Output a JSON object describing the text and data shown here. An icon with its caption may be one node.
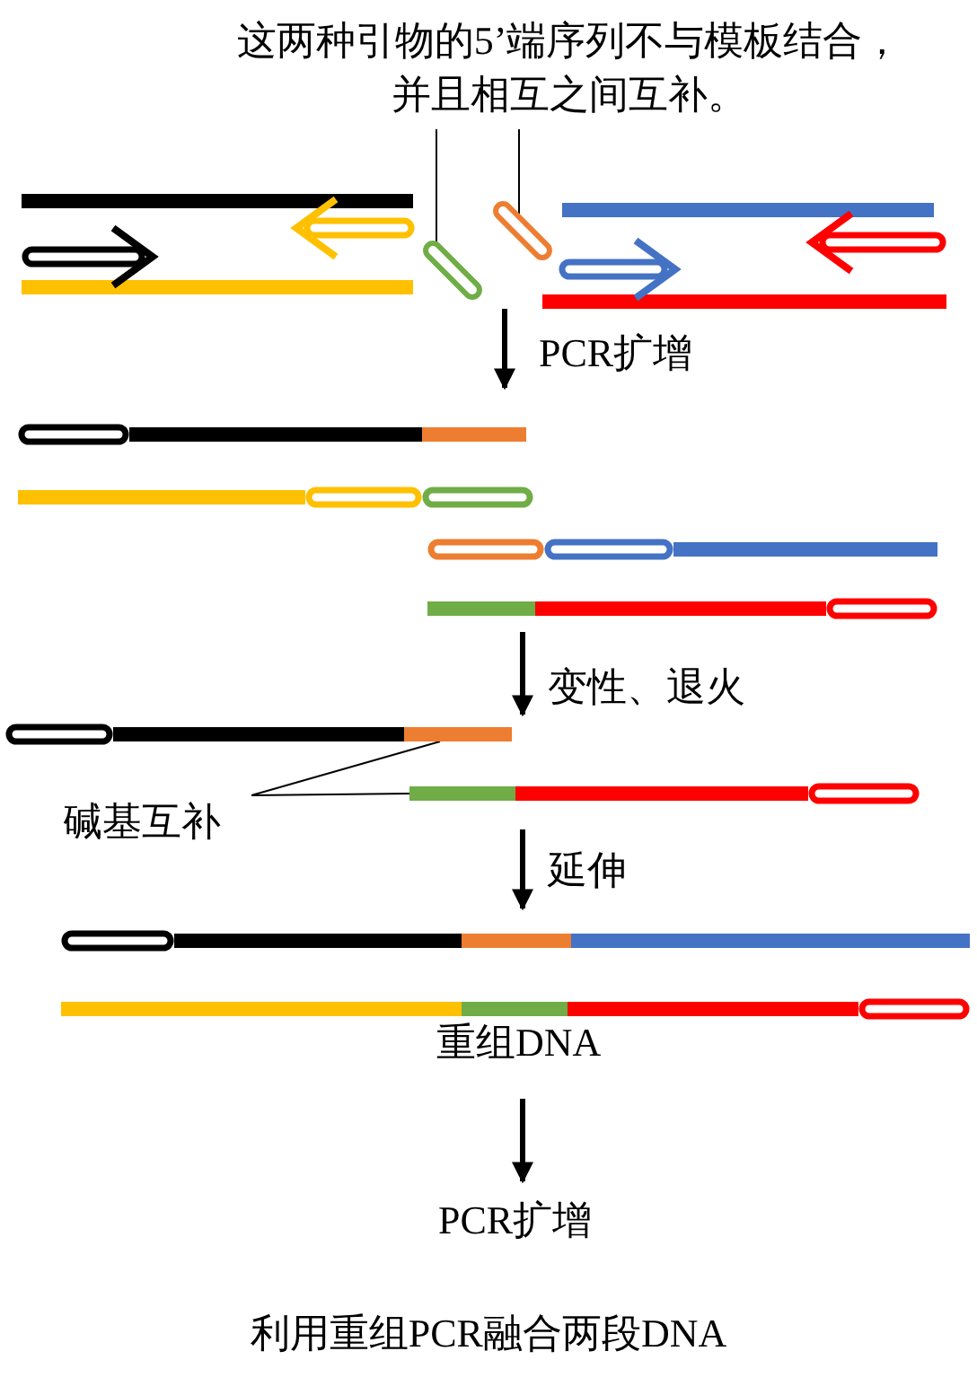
{
  "diagram": {
    "caption": "利用重组PCR融合两段DNA",
    "nodes": [
      {
        "text": [
          "这两种引物的5’端序列不与模板结合，并且相互之间互补。"
        ]
      },
      {
        "text": [],
        "shape": "bar"
      },
      {
        "text": [],
        "shape": "bar"
      },
      {
        "text": [
          "碱基互补"
        ]
      },
      {
        "text": [],
        "shape": "bar"
      },
      {
        "text": [],
        "shape": "bar"
      }
    ],
    "edges": [
      {
        "from": 0,
        "to": 1,
        "arrow": "none"
      },
      {
        "from": 0,
        "to": 2,
        "arrow": "none"
      },
      {
        "from": 3,
        "to": 4,
        "arrow": "none"
      },
      {
        "from": 3,
        "to": 5,
        "arrow": "none"
      }
    ],
    "labels": [
      "PCR扩增",
      "变性、退火",
      "延伸",
      "重组DNA",
      "PCR扩增"
    ]
  }
}
